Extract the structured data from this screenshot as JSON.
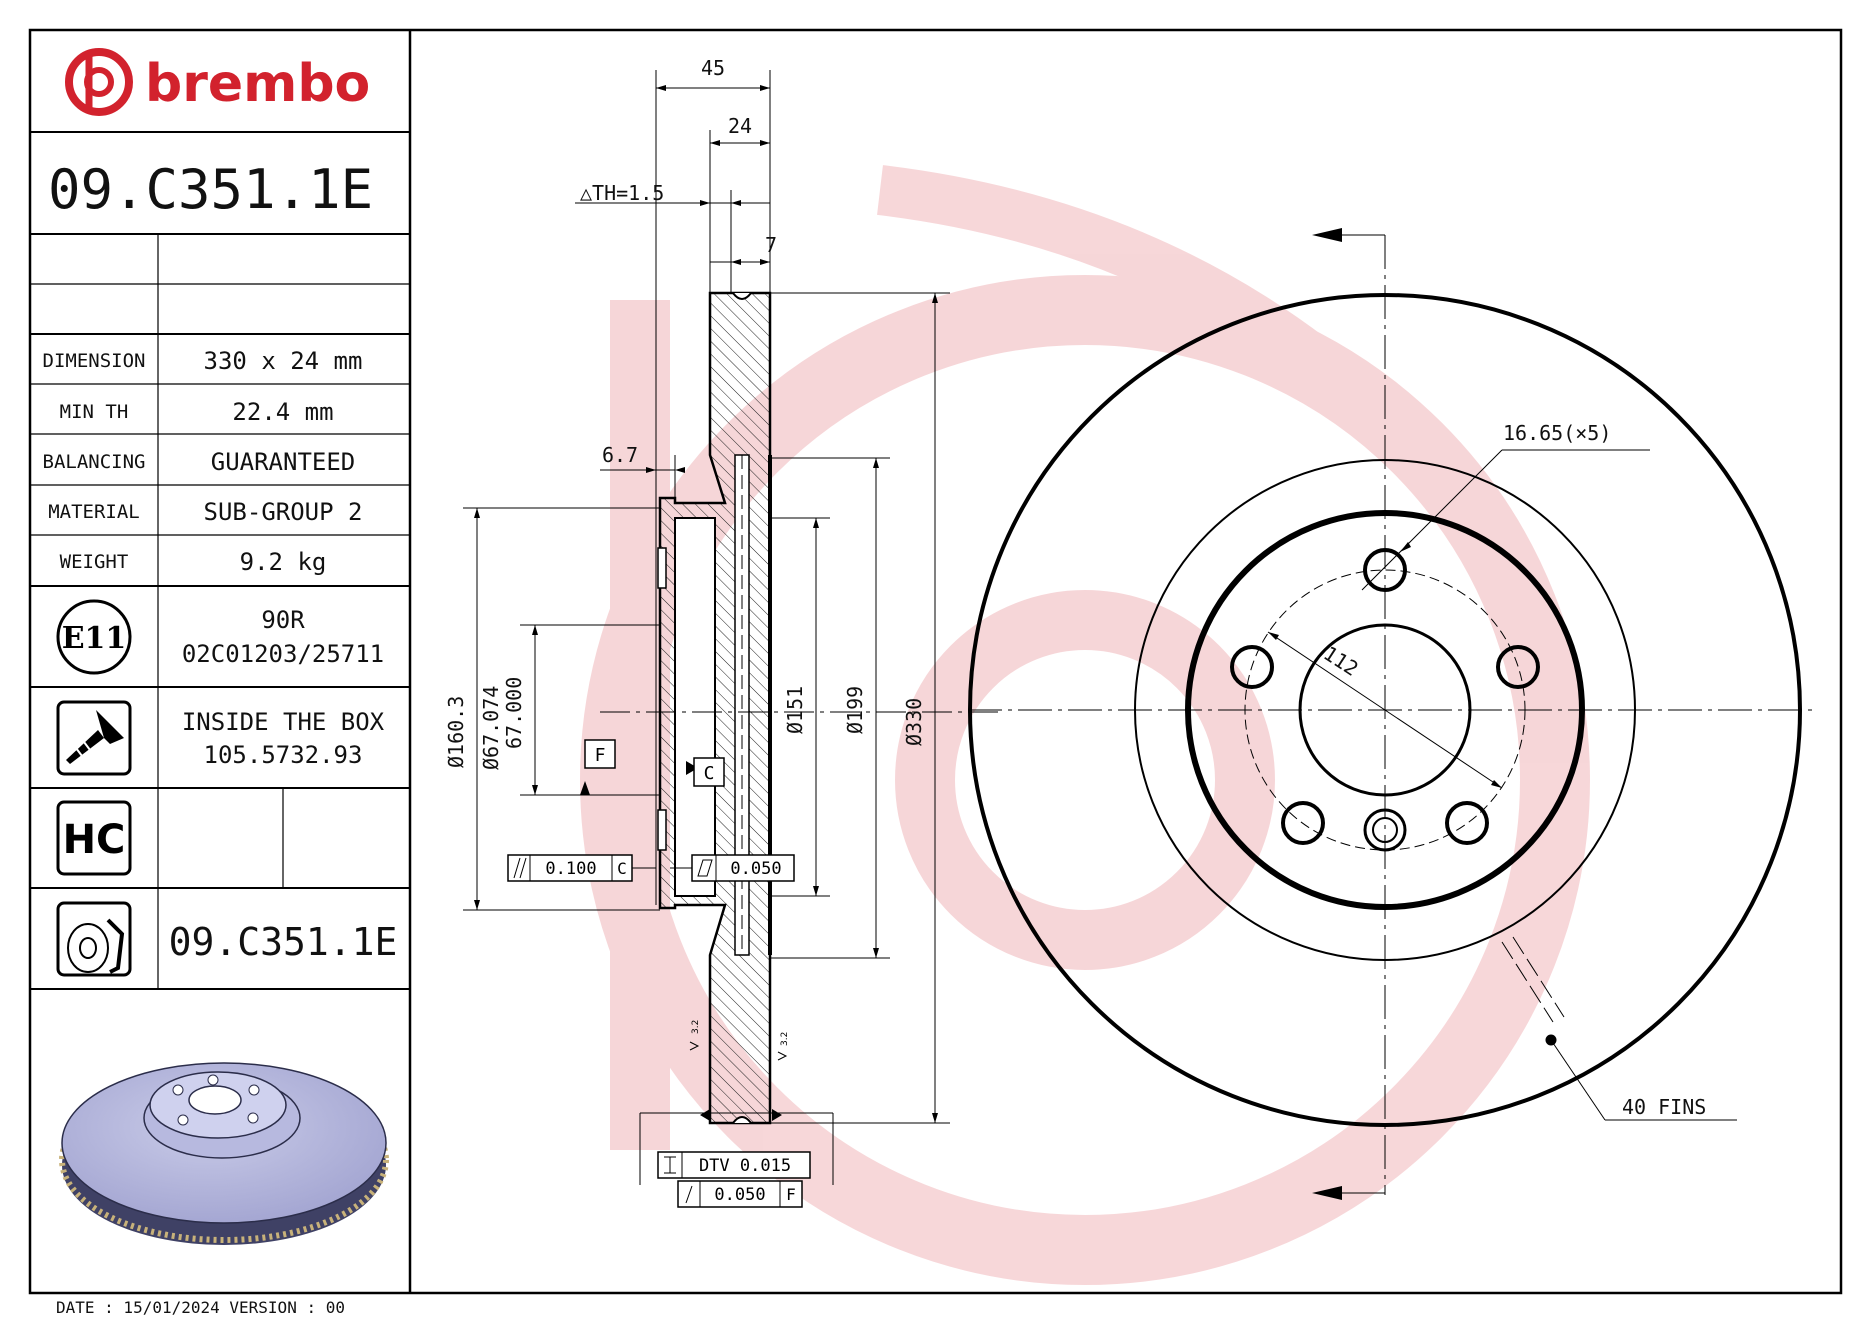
{
  "brand": {
    "name": "brembo",
    "color": "#d2222d"
  },
  "part_number": "09.C351.1E",
  "specs": [
    {
      "label": "DIMENSION",
      "value": "330 x 24 mm"
    },
    {
      "label": "MIN TH",
      "value": "22.4 mm"
    },
    {
      "label": "BALANCING",
      "value": "GUARANTEED"
    },
    {
      "label": "MATERIAL",
      "value": "SUB-GROUP 2"
    },
    {
      "label": "WEIGHT",
      "value": "9.2 kg"
    }
  ],
  "homologation": {
    "badge": "E11",
    "line1": "90R",
    "line2": "02C01203/25711"
  },
  "box": {
    "line1": "INSIDE THE BOX",
    "line2": "105.5732.93"
  },
  "hc_badge": "HC",
  "footer": "DATE : 15/01/2024 VERSION : 00",
  "dims": {
    "overall_width": "45",
    "thickness": "24",
    "delta_th": "△TH=1.5",
    "seven": "7",
    "offset": "6.7",
    "d160": "Ø160.3",
    "d67074": "Ø67.074",
    "d67000": "67.000",
    "d151": "Ø151",
    "d199": "Ø199",
    "d330": "Ø330",
    "pcd": "112",
    "holes": "16.65(×5)",
    "fins": "40 FINS",
    "datum_f": "F",
    "datum_c": "C",
    "tol_parallel": "0.100",
    "tol_parallel_ref": "C",
    "tol_flat": "0.050",
    "dtv": "DTV 0.015",
    "runout": "0.050",
    "runout_ref": "F",
    "roughness": "3.2"
  },
  "icons": [
    "brembo-logo-icon",
    "screw-icon",
    "hc-badge-icon",
    "disc-profile-icon",
    "disc-render-icon"
  ]
}
